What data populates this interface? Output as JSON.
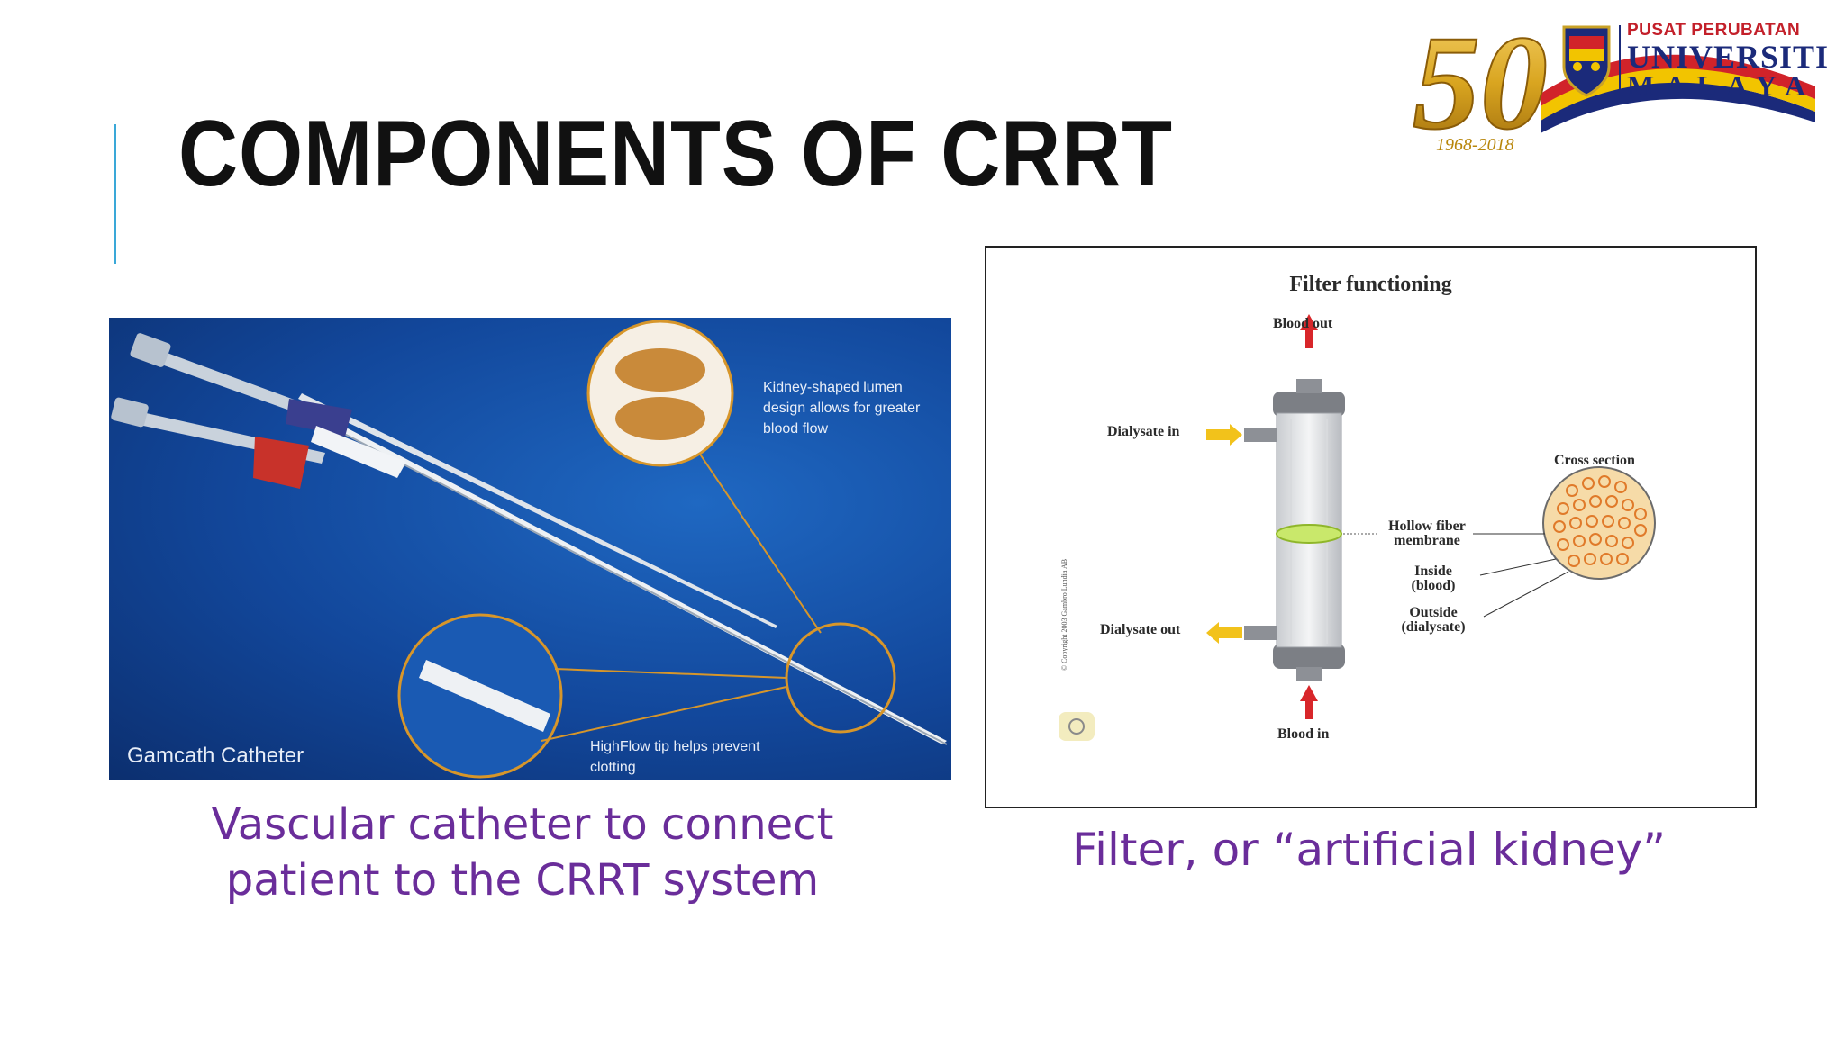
{
  "slide": {
    "title": "COMPONENTS OF CRRT",
    "accent_color": "#3aa8d8",
    "title_color": "#111111",
    "caption_color": "#6a2d9a"
  },
  "logo": {
    "number": "50",
    "years": "1968-2018",
    "line1": "PUSAT PERUBATAN",
    "line2": "UNIVERSITI",
    "line3": "MALAYA"
  },
  "catheter_image": {
    "name": "Gamcath Catheter",
    "note_lumen": "Kidney-shaped lumen design allows for greater blood flow",
    "note_tip": "HighFlow tip helps prevent clotting",
    "caption_line1": "Vascular catheter to connect",
    "caption_line2": "patient to the CRRT system"
  },
  "filter_diagram": {
    "title": "Filter functioning",
    "blood_out": "Blood out",
    "blood_in": "Blood in",
    "dialysate_in": "Dialysate in",
    "dialysate_out": "Dialysate out",
    "cross_section": "Cross section",
    "hollow_fiber": "Hollow fiber membrane",
    "inside": "Inside (blood)",
    "outside": "Outside (dialysate)",
    "copyright": "© Copyright 2003 Gambro Lundia AB",
    "caption": "Filter, or “artificial kidney”"
  }
}
